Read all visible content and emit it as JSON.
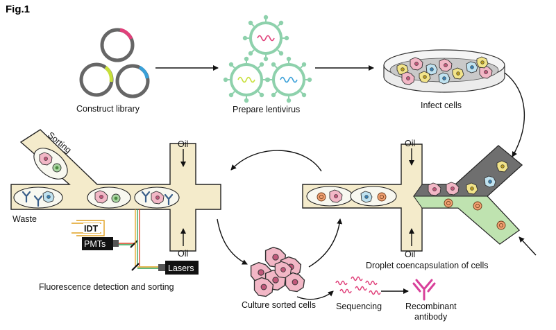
{
  "figure": {
    "title": "Fig.1",
    "labels": {
      "construct_library": "Construct library",
      "prepare_lentivirus": "Prepare lentivirus",
      "infect_cells": "Infect cells",
      "sorting": "Sorting",
      "waste": "Waste",
      "oil_top_left": "Oil",
      "oil_bottom_left": "Oil",
      "oil_top_right": "Oil",
      "oil_bottom_right": "Oil",
      "idt": "IDT",
      "pmts": "PMTs",
      "lasers": "Lasers",
      "fluorescence_detection": "Fluorescence detection and sorting",
      "culture_sorted_cells": "Culture sorted cells",
      "sequencing": "Sequencing",
      "recombinant_antibody_line1": "Recombinant",
      "recombinant_antibody_line2": "antibody",
      "droplet_coencapsulation": "Droplet coencapsulation of cells"
    },
    "colors": {
      "channel_fill": "#f4ebcb",
      "pink_cell": "#f2b7c6",
      "green_cell": "#a8d5a0",
      "virus_green": "#8ed1ac",
      "plasmid_pink": "#e0407a",
      "plasmid_yellow": "#c8e03a",
      "plasmid_blue": "#3aa0d8",
      "dark_channel": "#6f6f6f",
      "orange_bead": "#f0a070",
      "antibody_magenta": "#d8409a"
    }
  }
}
